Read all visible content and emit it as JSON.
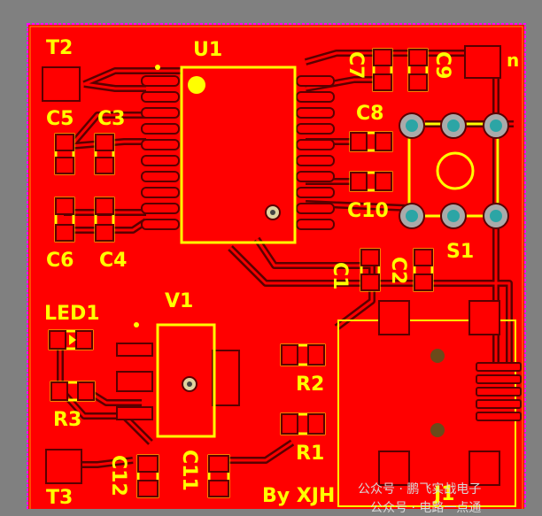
{
  "board": {
    "background_color": "#808080",
    "copper_color": "#ff0000",
    "silk_color": "#ffff00",
    "outline_color": "#ff00ff",
    "pad_color": "#ff0000",
    "via_color": "#33aaaa"
  },
  "labels": {
    "t2": "T2",
    "u1": "U1",
    "c5": "C5",
    "c3": "C3",
    "c7": "C7",
    "c9": "C9",
    "c8": "C8",
    "c10": "C10",
    "c6": "C6",
    "c4": "C4",
    "s1": "S1",
    "c1": "C1",
    "c2": "C2",
    "led1": "LED1",
    "v1": "V1",
    "r2": "R2",
    "r3": "R3",
    "r1": "R1",
    "c12": "C12",
    "c11": "C11",
    "t3": "T3",
    "j1": "J1",
    "by": "By  XJH",
    "n": "n"
  },
  "watermark": {
    "line1": "公众号 · 鹏飞实战电子",
    "line2": "公众号 · 电路一点通"
  }
}
